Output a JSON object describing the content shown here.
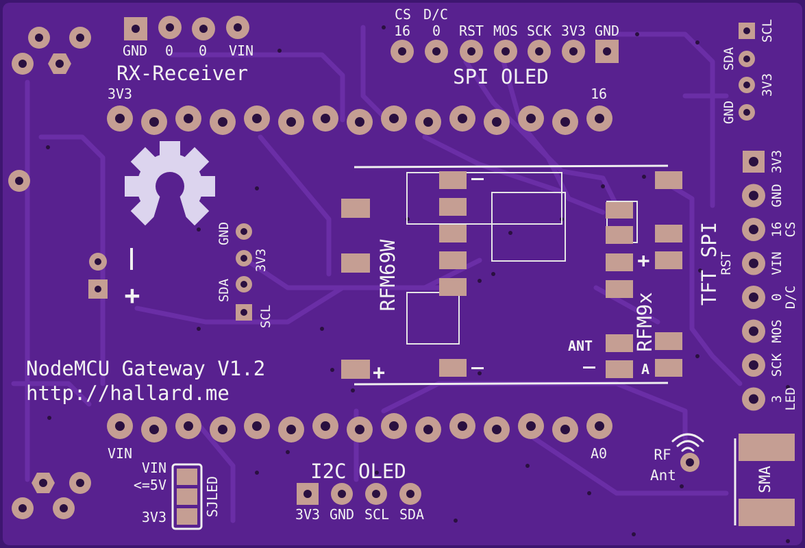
{
  "colors": {
    "board": "#58218f",
    "board_edge": "#3e1670",
    "trace": "#6a2ea6",
    "pad": "#c59e93",
    "silk": "#f0f0f0",
    "drill": "#2a1040",
    "logo": "#dcd4ee"
  },
  "board": {
    "title": "NodeMCU Gateway V1.2",
    "url": "http://hallard.me"
  },
  "rx_receiver": {
    "title": "RX-Receiver",
    "pins": [
      "GND",
      "0",
      "0",
      "VIN"
    ]
  },
  "spi_oled": {
    "title": "SPI OLED",
    "top_labels": [
      "CS",
      "D/C"
    ],
    "pins": [
      "16",
      "0",
      "RST",
      "MOS",
      "SCK",
      "3V3",
      "GND"
    ]
  },
  "i2c_right": {
    "pins": [
      "SCL",
      "SDA",
      "3V3",
      "GND"
    ]
  },
  "nodemcu": {
    "top_left": "3V3",
    "top_right": "16",
    "bottom_left": "VIN",
    "bottom_right": "A0"
  },
  "i2c_mid": {
    "pins": [
      "GND",
      "3V3",
      "SDA",
      "SCL"
    ]
  },
  "rfm69": {
    "label": "RFM69W",
    "plus": "+",
    "minus": "−"
  },
  "rfm9x": {
    "label": "RFM9x",
    "plus": "+",
    "ant": "ANT",
    "a": "A",
    "minus": "−"
  },
  "power": {
    "minus": "−",
    "plus": "+"
  },
  "tft_spi": {
    "title": "TFT SPI",
    "pins": [
      {
        "num": "3V3",
        "sub": ""
      },
      {
        "num": "GND",
        "sub": ""
      },
      {
        "num": "16",
        "sub": "CS"
      },
      {
        "num": "VIN",
        "sub": "RST"
      },
      {
        "num": "0",
        "sub": "D/C"
      },
      {
        "num": "MOS",
        "sub": ""
      },
      {
        "num": "SCK",
        "sub": ""
      },
      {
        "num": "3",
        "sub": "LED"
      }
    ]
  },
  "rf_ant": {
    "line1": "RF",
    "line2": "Ant"
  },
  "sma": {
    "label": "SMA"
  },
  "sjled": {
    "label": "SJLED",
    "opts": [
      "VIN",
      "<=5V",
      "3V3"
    ]
  },
  "i2c_oled": {
    "title": "I2C OLED",
    "pins": [
      "3V3",
      "GND",
      "SCL",
      "SDA"
    ]
  }
}
